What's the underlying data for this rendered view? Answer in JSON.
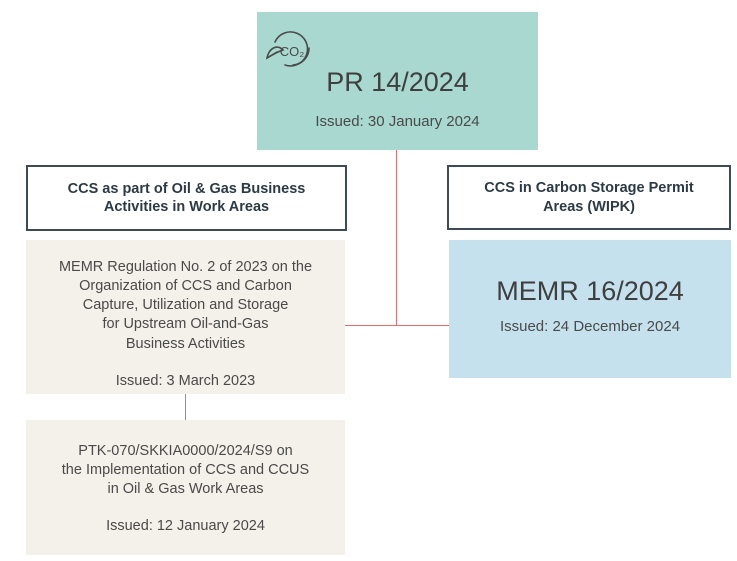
{
  "top": {
    "title": "PR 14/2024",
    "issued": "Issued: 30 January 2024",
    "icon": "co2-icon",
    "icon_text": "CO₂"
  },
  "left": {
    "header": "CCS as part of Oil & Gas Business\nActivities in Work Areas",
    "box1_text": "MEMR Regulation No. 2 of 2023 on the\nOrganization of CCS and Carbon\nCapture, Utilization and Storage\nfor Upstream Oil-and-Gas\nBusiness Activities",
    "box1_issued": "Issued: 3 March 2023",
    "box2_text": "PTK-070/SKKIA0000/2024/S9 on\nthe Implementation of CCS and CCUS\nin Oil & Gas Work Areas",
    "box2_issued": "Issued: 12 January 2024"
  },
  "right": {
    "header": "CCS in Carbon Storage Permit\nAreas (WIPK)",
    "title": "MEMR 16/2024",
    "issued": "Issued: 24 December 2024"
  },
  "colors": {
    "teal": "#a8d8cf",
    "light_blue": "#c5e1ed",
    "beige": "#f4f0ea",
    "connector": "#e26d6d",
    "header_border": "#3e4b57"
  }
}
